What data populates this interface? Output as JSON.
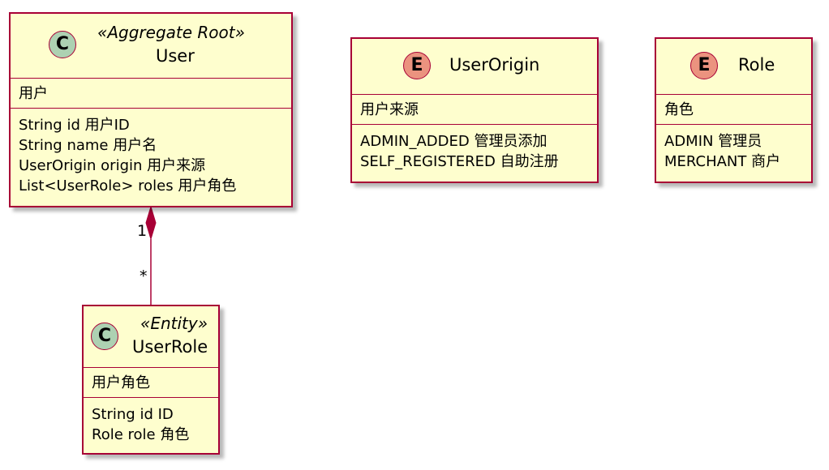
{
  "classes": {
    "user": {
      "badge": "C",
      "stereotype": "«Aggregate Root»",
      "name": "User",
      "description": "用户",
      "fields": [
        "String id 用户ID",
        "String name 用户名",
        "UserOrigin origin 用户来源",
        "List<UserRole> roles 用户角色"
      ]
    },
    "user_origin": {
      "badge": "E",
      "name": "UserOrigin",
      "description": "用户来源",
      "fields": [
        "ADMIN_ADDED 管理员添加",
        "SELF_REGISTERED 自助注册"
      ]
    },
    "role": {
      "badge": "E",
      "name": "Role",
      "description": "角色",
      "fields": [
        "ADMIN 管理员",
        "MERCHANT 商户"
      ]
    },
    "user_role": {
      "badge": "C",
      "stereotype": "«Entity»",
      "name": "UserRole",
      "description": "用户角色",
      "fields": [
        "String id ID",
        "Role role 角色"
      ]
    }
  },
  "relations": [
    {
      "from": "user",
      "to": "user_role",
      "type": "composition",
      "from_multiplicity": "1",
      "to_multiplicity": "*"
    }
  ],
  "colors": {
    "border": "#a80036",
    "box_fill": "#fefece",
    "class_badge": "#add1b2",
    "enum_badge": "#eb937f"
  }
}
